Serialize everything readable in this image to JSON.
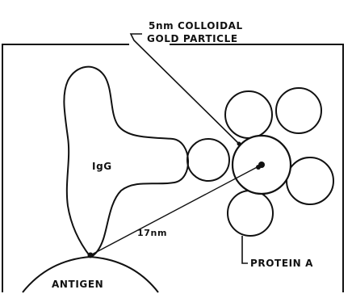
{
  "diagram": {
    "labels": {
      "particle_line1": "5nm COLLOIDAL",
      "particle_line2": "GOLD PARTICLE",
      "igg": "IgG",
      "distance": "17nm",
      "protein_a": "PROTEIN A",
      "antigen": "ANTIGEN"
    },
    "colors": {
      "ink": "#111111",
      "background": "#ffffff"
    }
  }
}
